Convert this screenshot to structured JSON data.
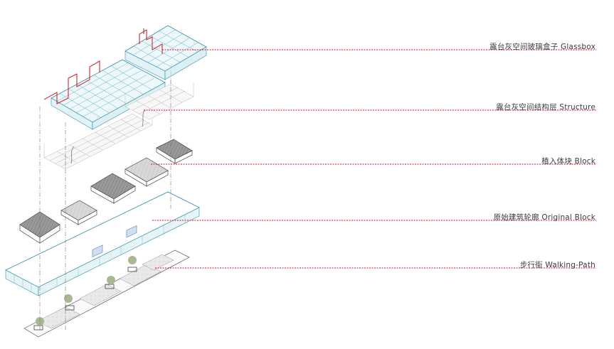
{
  "diagram": {
    "layers": [
      {
        "id": "glassbox",
        "label": "露台灰空间玻璃盒子 Glassbox"
      },
      {
        "id": "structure",
        "label": "露台灰空间结构层 Structure"
      },
      {
        "id": "block",
        "label": "植入体块 Block"
      },
      {
        "id": "original",
        "label": "原始建筑轮廓 Original Block"
      },
      {
        "id": "walking",
        "label": "步行街 Walking-Path"
      }
    ],
    "colors": {
      "leader": "#d0121b",
      "glass": "#2e8fa8",
      "glassFill": "#e6f4f7",
      "red_frame": "#d0121b",
      "grid": "#b8b8b8",
      "block_top": "#8f8f8f",
      "block_side": "#ffffff",
      "line": "#444444"
    }
  }
}
